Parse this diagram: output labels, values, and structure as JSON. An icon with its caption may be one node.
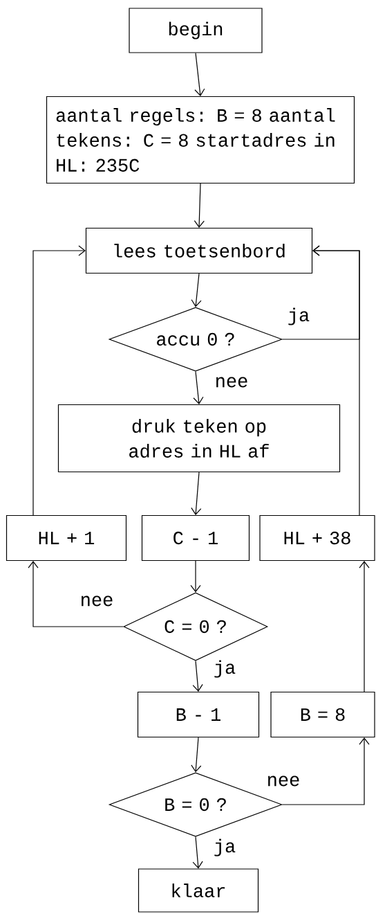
{
  "diagram": {
    "nodes": [
      {
        "text": [
          "begin"
        ]
      },
      {
        "text": [
          "aantal regels: B = 8 aantal tekens: C = 8 startadres in HL: 235C"
        ]
      },
      {
        "text": [
          "lees toetsenbord"
        ]
      },
      {
        "text": [
          "accu 0 ?"
        ]
      },
      {
        "text": [
          "druk teken op adres in HL af"
        ]
      },
      {
        "text": [
          "HL + 1"
        ]
      },
      {
        "text": [
          "C - 1"
        ]
      },
      {
        "text": [
          "HL + 38"
        ]
      },
      {
        "text": [
          "C = 0 ?"
        ]
      },
      {
        "text": [
          "B - 1"
        ]
      },
      {
        "text": [
          "B = 8"
        ]
      },
      {
        "text": [
          "B = 0 ?"
        ]
      },
      {
        "text": [
          "klaar"
        ]
      }
    ],
    "edges": [
      {
        "from": 0,
        "to": 1,
        "arrow": "to"
      },
      {
        "from": 1,
        "to": 2,
        "arrow": "to"
      },
      {
        "from": 2,
        "to": 3,
        "arrow": "to"
      },
      {
        "from": 3,
        "to": 4,
        "arrow": "to",
        "label": "nee"
      },
      {
        "from": 3,
        "to": 2,
        "arrow": "to",
        "label": "ja"
      },
      {
        "from": 4,
        "to": 6,
        "arrow": "to"
      },
      {
        "from": 6,
        "to": 8,
        "arrow": "to"
      },
      {
        "from": 8,
        "to": 5,
        "arrow": "to",
        "label": "nee"
      },
      {
        "from": 5,
        "to": 2,
        "arrow": "to"
      },
      {
        "from": 8,
        "to": 9,
        "arrow": "to",
        "label": "ja"
      },
      {
        "from": 9,
        "to": 11,
        "arrow": "to"
      },
      {
        "from": 11,
        "to": 10,
        "arrow": "to",
        "label": "nee"
      },
      {
        "from": 10,
        "to": 7,
        "arrow": "to"
      },
      {
        "from": 7,
        "to": 2,
        "arrow": "to"
      },
      {
        "from": 11,
        "to": 12,
        "arrow": "to",
        "label": "ja"
      }
    ]
  }
}
